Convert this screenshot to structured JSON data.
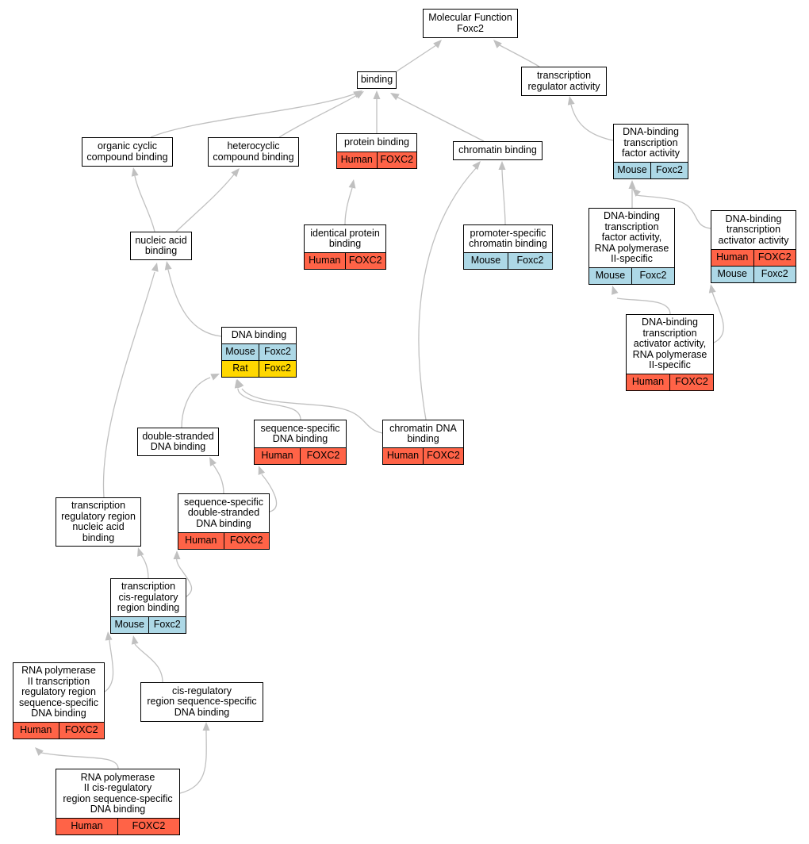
{
  "colors": {
    "Human": "#ff6347",
    "Mouse": "#add8e6",
    "Rat": "#ffd700",
    "edge": "#c0c0c0"
  },
  "nodes": {
    "mf": {
      "title": "Molecular Function\nFoxc2",
      "rows": []
    },
    "binding": {
      "title": "binding",
      "rows": []
    },
    "tra": {
      "title": "transcription\nregulator activity",
      "rows": []
    },
    "occb": {
      "title": "organic cyclic\ncompound binding",
      "rows": []
    },
    "hcb": {
      "title": "heterocyclic\ncompound binding",
      "rows": []
    },
    "pb": {
      "title": "protein binding",
      "rows": [
        {
          "species": "Human",
          "gene": "FOXC2"
        }
      ]
    },
    "cb": {
      "title": "chromatin binding",
      "rows": []
    },
    "dbtfa": {
      "title": "DNA-binding\ntranscription\nfactor activity",
      "rows": [
        {
          "species": "Mouse",
          "gene": "Foxc2"
        }
      ]
    },
    "nab": {
      "title": "nucleic acid\nbinding",
      "rows": []
    },
    "ipb": {
      "title": "identical protein\nbinding",
      "rows": [
        {
          "species": "Human",
          "gene": "FOXC2"
        }
      ]
    },
    "pscb": {
      "title": "promoter-specific\nchromatin binding",
      "rows": [
        {
          "species": "Mouse",
          "gene": "Foxc2"
        }
      ]
    },
    "dbtfa2": {
      "title": "DNA-binding\ntranscription\nfactor activity,\nRNA polymerase\nII-specific",
      "rows": [
        {
          "species": "Mouse",
          "gene": "Foxc2"
        }
      ]
    },
    "dbtaa": {
      "title": "DNA-binding\ntranscription\nactivator activity",
      "rows": [
        {
          "species": "Human",
          "gene": "FOXC2"
        },
        {
          "species": "Mouse",
          "gene": "Foxc2"
        }
      ]
    },
    "dnab": {
      "title": "DNA binding",
      "rows": [
        {
          "species": "Mouse",
          "gene": "Foxc2"
        },
        {
          "species": "Rat",
          "gene": "Foxc2"
        }
      ]
    },
    "dbtaa2": {
      "title": "DNA-binding\ntranscription\nactivator activity,\nRNA polymerase\nII-specific",
      "rows": [
        {
          "species": "Human",
          "gene": "FOXC2"
        }
      ]
    },
    "dsdb": {
      "title": "double-stranded\nDNA binding",
      "rows": []
    },
    "ssdb": {
      "title": "sequence-specific\nDNA binding",
      "rows": [
        {
          "species": "Human",
          "gene": "FOXC2"
        }
      ]
    },
    "cdb": {
      "title": "chromatin DNA\nbinding",
      "rows": [
        {
          "species": "Human",
          "gene": "FOXC2"
        }
      ]
    },
    "trrnab": {
      "title": "transcription\nregulatory region\nnucleic acid\nbinding",
      "rows": []
    },
    "ssdsdb": {
      "title": "sequence-specific\ndouble-stranded\nDNA binding",
      "rows": [
        {
          "species": "Human",
          "gene": "FOXC2"
        }
      ]
    },
    "tcrrb": {
      "title": "transcription\ncis-regulatory\nregion binding",
      "rows": [
        {
          "species": "Mouse",
          "gene": "Foxc2"
        }
      ]
    },
    "rp2trr": {
      "title": "RNA polymerase\nII transcription\nregulatory region\nsequence-specific\nDNA binding",
      "rows": [
        {
          "species": "Human",
          "gene": "FOXC2"
        }
      ]
    },
    "crrss": {
      "title": "cis-regulatory\nregion sequence-specific\nDNA binding",
      "rows": []
    },
    "rp2cr": {
      "title": "RNA polymerase\nII cis-regulatory\nregion sequence-specific\nDNA binding",
      "rows": [
        {
          "species": "Human",
          "gene": "FOXC2"
        }
      ]
    }
  }
}
